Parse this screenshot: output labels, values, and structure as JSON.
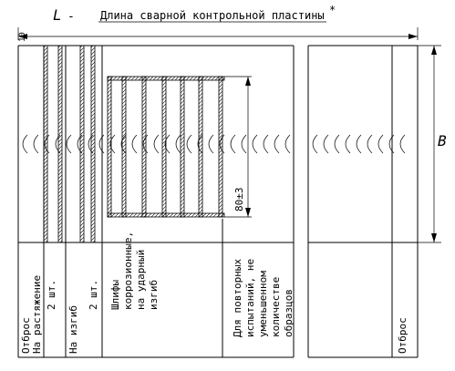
{
  "title": {
    "symbol": "L",
    "dash": "-",
    "text": "Длина сварной контрольной пластины",
    "star": "*"
  },
  "dimensions": {
    "top_gap": "10",
    "height_80": "80±3",
    "width_b": "B"
  },
  "columns": {
    "col1_lines": [
      "Отброс",
      "На растяжение",
      "2 шт."
    ],
    "col2_lines": [
      "На изгиб",
      "2 шт."
    ],
    "col3_lines": [
      "Шлифы",
      "коррозионные,",
      "на ударный",
      "изгиб"
    ],
    "col4_lines": [
      "Для повторных",
      "испытаний, не",
      "уменьшенном",
      "количестве",
      "образцов"
    ],
    "col5_lines": [
      "Отброс"
    ]
  }
}
